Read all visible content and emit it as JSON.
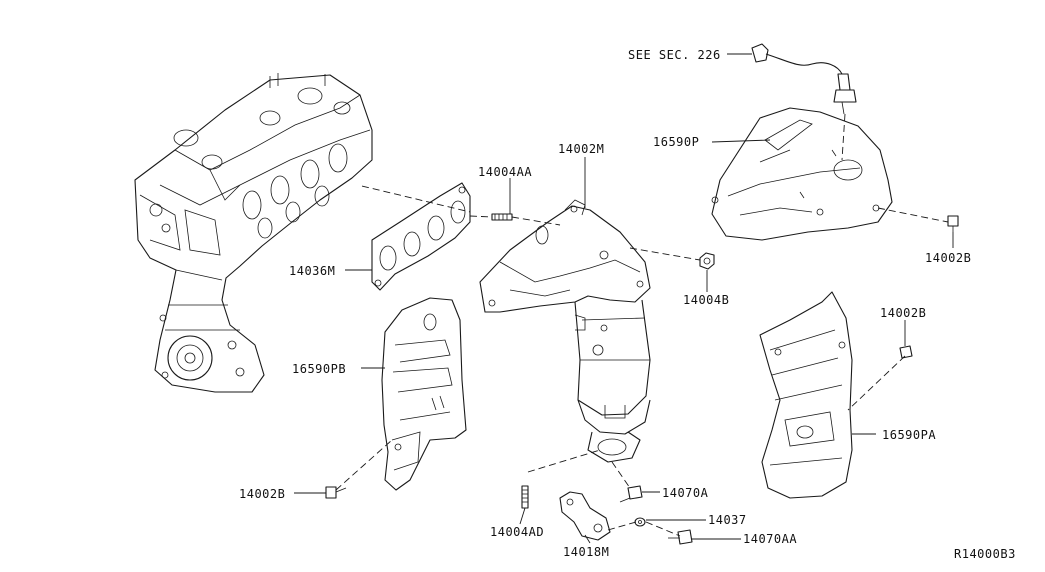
{
  "diagram": {
    "reference_note": "SEE SEC. 226",
    "catalog_id": "R14000B3",
    "callouts": {
      "upper_heat_insulator": "16590P",
      "manifold_stud_upper": "14004AA",
      "exhaust_manifold": "14002M",
      "manifold_gasket": "14036M",
      "manifold_nut": "14004B",
      "insulator_bolt_right_top": "14002B",
      "insulator_bolt_right_mid": "14002B",
      "insulator_bolt_left": "14002B",
      "left_heat_insulator": "16590PB",
      "right_heat_insulator": "16590PA",
      "bracket_bolt_a": "14070A",
      "washer": "14037",
      "bracket_bolt_aa": "14070AA",
      "manifold_stud_lower": "14004AD",
      "support_bracket": "14018M"
    }
  }
}
